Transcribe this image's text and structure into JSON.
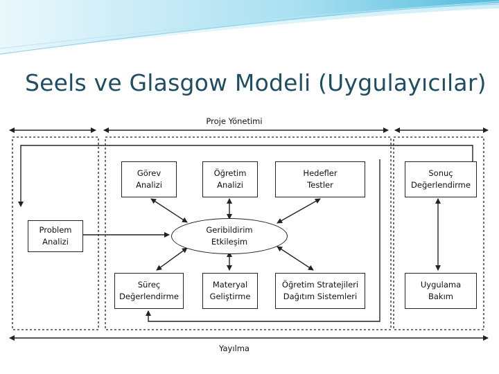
{
  "slide": {
    "title": "Seels ve Glasgow Modeli (Uygulayıcılar)"
  },
  "diagram": {
    "top_label": "Proje Yönetimi",
    "bottom_label": "Yayılma",
    "left_box": "Problem\nAnalizi",
    "center_ellipse": "Geribildirim\nEtkileşim",
    "top_row": [
      "Görev\nAnalizi",
      "Öğretim\nAnalizi",
      "Hedefler\nTestler",
      "Sonuç\nDeğerlendirme"
    ],
    "bottom_row": [
      "Süreç\nDeğerlendirme",
      "Materyal\nGeliştirme",
      "Öğretim Stratejileri\nDağıtım Sistemleri",
      "Uygulama\nBakım"
    ]
  },
  "colors": {
    "title": "#1f4e63",
    "wave_light": "#bfe6f3",
    "wave_dark": "#4fb8d8",
    "line": "#222222"
  }
}
